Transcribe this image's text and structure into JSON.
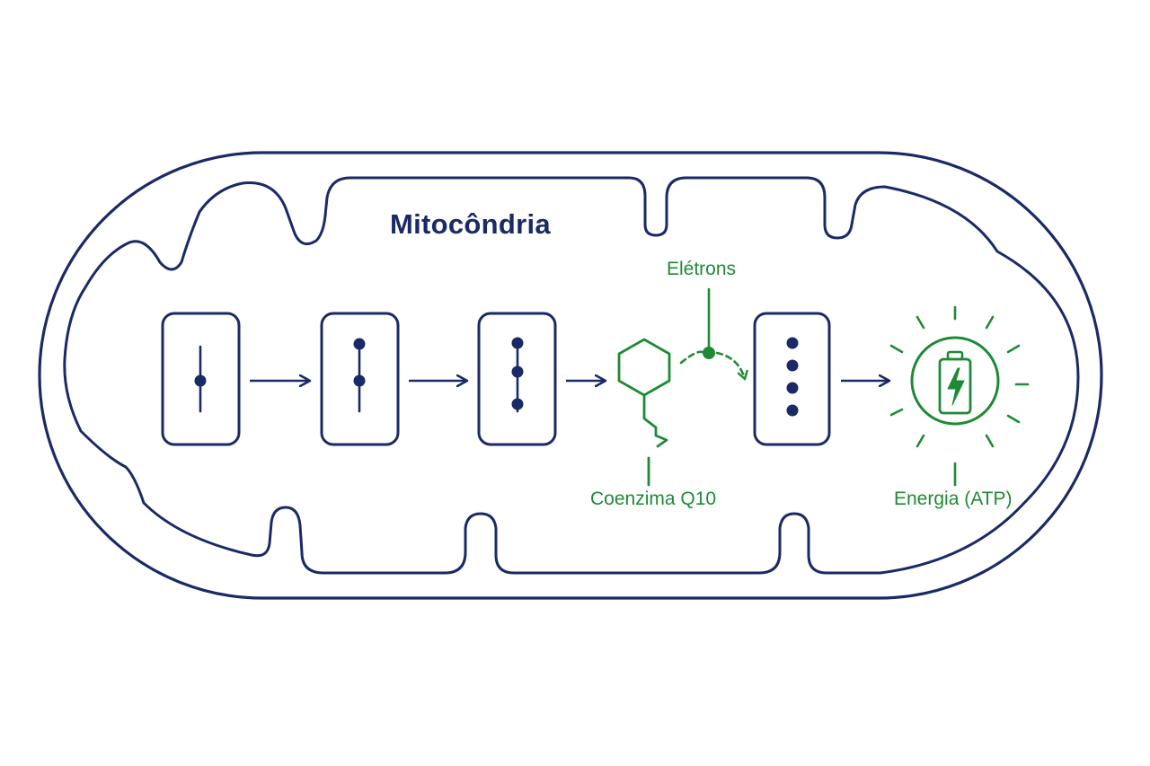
{
  "colors": {
    "navy": "#1a2a66",
    "green": "#1f8a36",
    "background": "#ffffff"
  },
  "title": "Mitocôndria",
  "labels": {
    "electrons": "Elétrons",
    "coenzyme": "Coenzima Q10",
    "energy": "Energia (ATP)"
  },
  "complexes": [
    {
      "id": "complex-1",
      "dots": 1
    },
    {
      "id": "complex-2",
      "dots": 2
    },
    {
      "id": "complex-3",
      "dots": 3
    },
    {
      "id": "complex-4",
      "dots": 4
    }
  ],
  "icons": {
    "coenzyme": "hexagon-molecule-icon",
    "energy": "battery-bolt-icon"
  }
}
